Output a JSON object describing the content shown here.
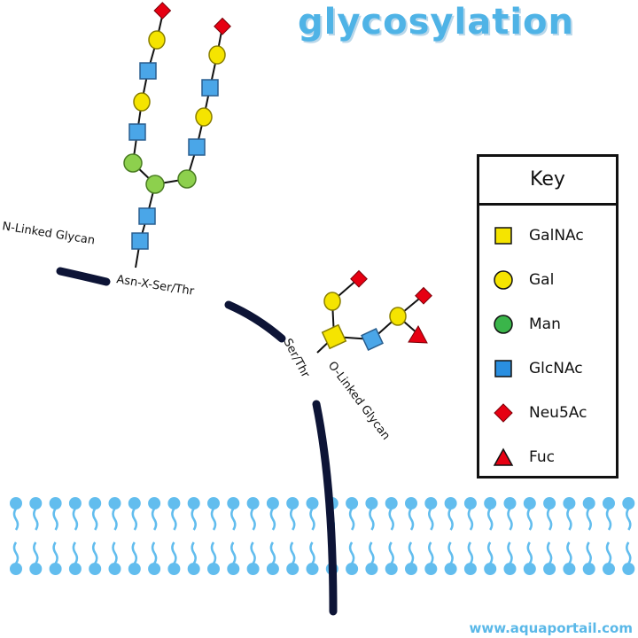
{
  "title": "glycosylation",
  "labels": {
    "n_linked": "N-Linked Glycan",
    "asn_site": "Asn-X-Ser/Thr",
    "ser_thr": "Ser/Thr",
    "o_linked": "O-Linked Glycan"
  },
  "key": {
    "title": "Key",
    "items": [
      {
        "label": "GalNAc",
        "shape": "square",
        "color": "#f5e400"
      },
      {
        "label": "Gal",
        "shape": "circle",
        "color": "#f5e400"
      },
      {
        "label": "Man",
        "shape": "circle",
        "color": "#3ab54a"
      },
      {
        "label": "GlcNAc",
        "shape": "square",
        "color": "#2a8fe0"
      },
      {
        "label": "Neu5Ac",
        "shape": "diamond",
        "color": "#e60012"
      },
      {
        "label": "Fuc",
        "shape": "triangle",
        "color": "#e60012"
      }
    ]
  },
  "colors": {
    "membrane": "#62bdee",
    "protein": "#0d1436",
    "galnac": "#f5e400",
    "gal": "#f5e400",
    "man": "#8dd04d",
    "glcnac": "#4aa6e8",
    "neu5ac": "#e60012",
    "fuc": "#e60012"
  },
  "watermark": "www.aquaportail.com"
}
